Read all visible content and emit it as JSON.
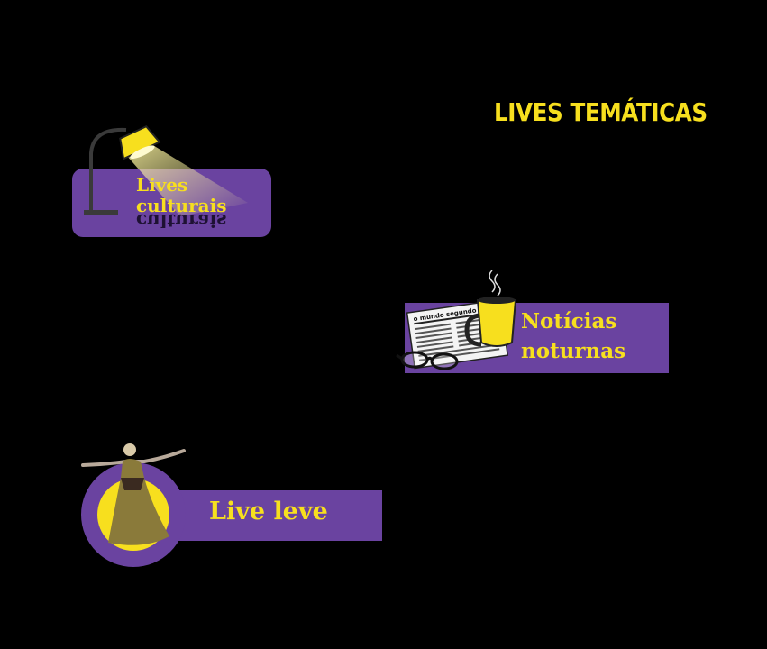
{
  "page": {
    "title": "LIVES TEMÁTICAS"
  },
  "cards": [
    {
      "line1": "Lives",
      "line2": "culturais",
      "reflection": "culturais",
      "icon": "desk-lamp-icon"
    },
    {
      "line1": "Notícias",
      "line2": "noturnas",
      "newspaper_masthead": "o mundo segundo",
      "icon": "coffee-newspaper-icon"
    },
    {
      "line1": "Live leve",
      "icon": "dancing-figure-icon"
    }
  ],
  "colors": {
    "accent": "#f7df1e",
    "card": "#6a43a0",
    "background": "#000000"
  }
}
